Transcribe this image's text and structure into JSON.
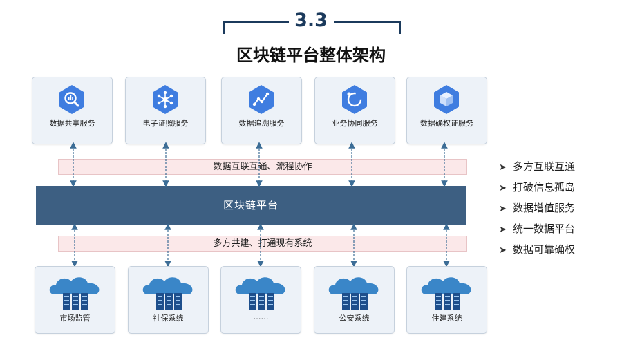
{
  "heading": {
    "section_number": "3.3",
    "title": "区块链平台整体架构"
  },
  "services": [
    {
      "label": "数据共享服务",
      "icon": "bigquery-icon"
    },
    {
      "label": "电子证照服务",
      "icon": "network-hub-icon"
    },
    {
      "label": "数据追溯服务",
      "icon": "trend-icon"
    },
    {
      "label": "业务协同服务",
      "icon": "ring-sync-icon"
    },
    {
      "label": "数据确权证服务",
      "icon": "cube-icon"
    }
  ],
  "top_band": {
    "label": "数据互联互通、流程协作"
  },
  "platform": {
    "label": "区块链平台"
  },
  "bottom_band": {
    "label": "多方共建、打通现有系统"
  },
  "systems": [
    {
      "label": "市场监管",
      "icon": "cloud-server-icon"
    },
    {
      "label": "社保系统",
      "icon": "cloud-server-icon"
    },
    {
      "label": "……",
      "icon": "cloud-server-icon"
    },
    {
      "label": "公安系统",
      "icon": "cloud-server-icon"
    },
    {
      "label": "住建系统",
      "icon": "cloud-server-icon"
    }
  ],
  "features": [
    {
      "label": "多方互联互通"
    },
    {
      "label": "打破信息孤岛"
    },
    {
      "label": "数据增值服务"
    },
    {
      "label": "统一数据平台"
    },
    {
      "label": "数据可靠确权"
    }
  ],
  "colors": {
    "hex_blue": "#3f7de0",
    "platform": "#3d5f82",
    "band": "#fbe8e9",
    "card": "#edf2f8",
    "arrow": "#3c6d96",
    "heading": "#1b3a5c"
  }
}
